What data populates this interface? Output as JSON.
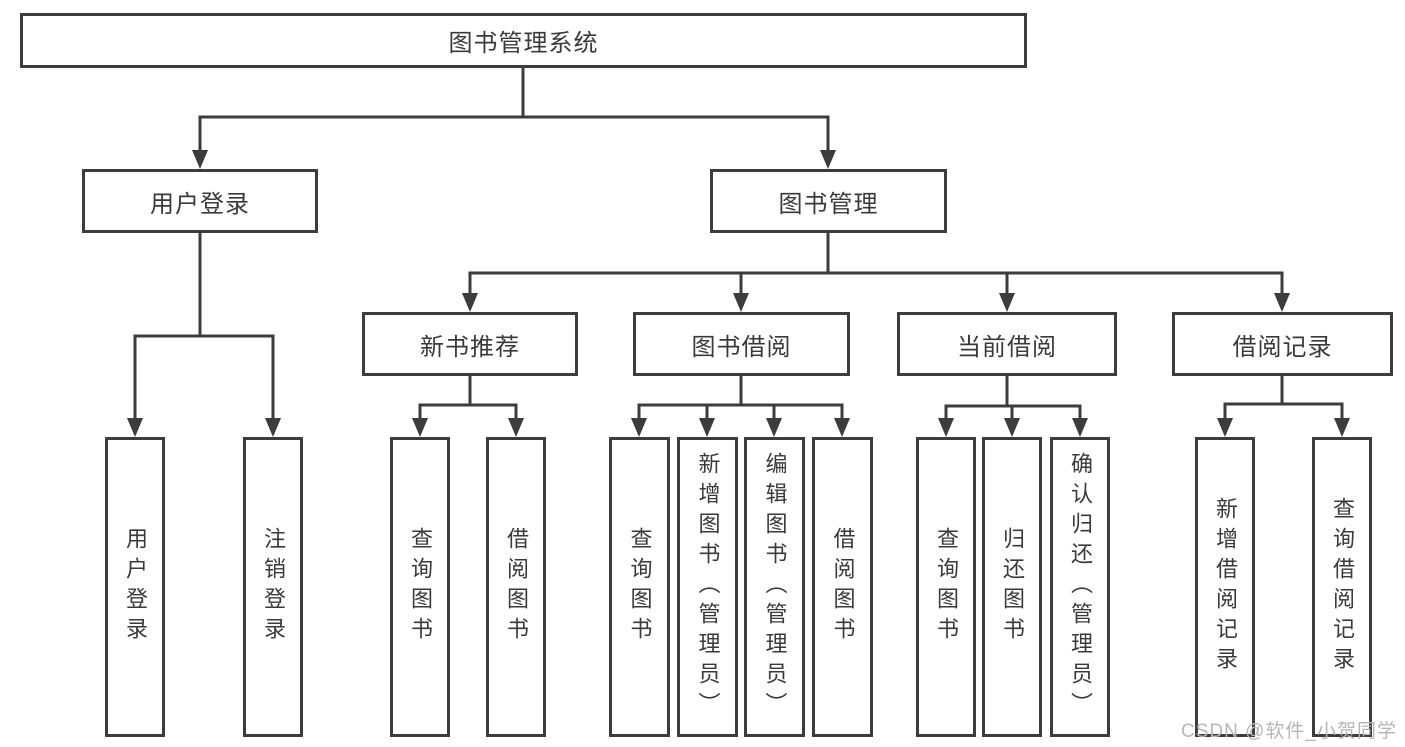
{
  "colors": {
    "line": "#3c3c3c",
    "text": "#3a3a3a",
    "background": "#ffffff",
    "watermark": "#b6b6b6"
  },
  "tree": {
    "root": "图书管理系统",
    "user_login": {
      "label": "用户登录",
      "children": [
        "用户登录",
        "注销登录"
      ]
    },
    "book_mgmt": {
      "label": "图书管理",
      "sections": [
        {
          "label": "新书推荐",
          "children": [
            "查询图书",
            "借阅图书"
          ]
        },
        {
          "label": "图书借阅",
          "children": [
            "查询图书",
            "新增图书（管理员）",
            "编辑图书（管理员）",
            "借阅图书"
          ]
        },
        {
          "label": "当前借阅",
          "children": [
            "查询图书",
            "归还图书",
            "确认归还（管理员）"
          ]
        },
        {
          "label": "借阅记录",
          "children": [
            "新增借阅记录",
            "查询借阅记录"
          ]
        }
      ]
    }
  },
  "watermark": "CSDN @软件_小贺同学"
}
